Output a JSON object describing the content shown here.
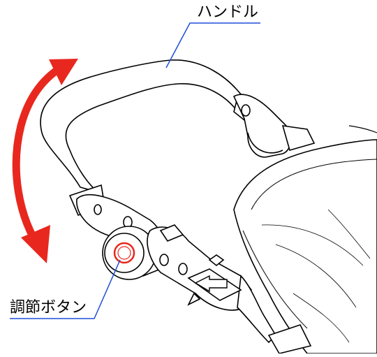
{
  "labels": {
    "handle": "ハンドル",
    "adjust_button": "調節ボタン"
  },
  "colors": {
    "arrow": "#e8281e",
    "leader_line": "#1f4fd8",
    "outline": "#000000",
    "button_ring": "#e8281e"
  },
  "icons": {
    "rotation_arrow": "double-headed-curved-arrow",
    "direction_arrow": "left-arrow"
  }
}
